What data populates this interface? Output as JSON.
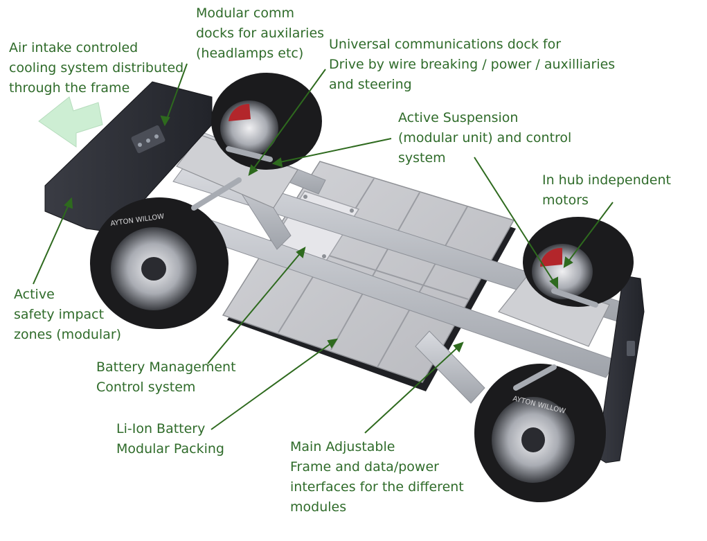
{
  "colors": {
    "label_text": "#2f6b2a",
    "leader_line": "#2e6a1e",
    "arrow_fill": "#cdeed3",
    "battery_panel": "#c7c8cc",
    "frame_metal": "#b9bcc2",
    "tire": "#1b1b1d",
    "bumper": "#2d2f36"
  },
  "callouts": {
    "air_intake": {
      "lines": [
        "Air intake controled",
        "cooling system distributed",
        "through the frame"
      ]
    },
    "modular_comm": {
      "lines": [
        "Modular comm",
        "docks for auxilaries",
        "(headlamps etc)"
      ]
    },
    "universal_dock": {
      "lines": [
        "Universal communications dock for",
        "Drive by wire breaking / power / auxilliaries",
        "and steering"
      ]
    },
    "active_suspension": {
      "lines": [
        "Active Suspension",
        "(modular unit) and control",
        "system"
      ]
    },
    "in_hub": {
      "lines": [
        "In hub independent",
        "motors"
      ]
    },
    "active_safety": {
      "lines": [
        "Active",
        "safety impact",
        "zones (modular)"
      ]
    },
    "battery_mgmt": {
      "lines": [
        "Battery Management",
        "Control system"
      ]
    },
    "li_ion": {
      "lines": [
        "Li-Ion Battery",
        "Modular Packing"
      ]
    },
    "main_frame": {
      "lines": [
        "Main Adjustable",
        "Frame and data/power",
        "interfaces for the different",
        "modules"
      ]
    }
  },
  "tire_branding": "AYTON WILLOW"
}
